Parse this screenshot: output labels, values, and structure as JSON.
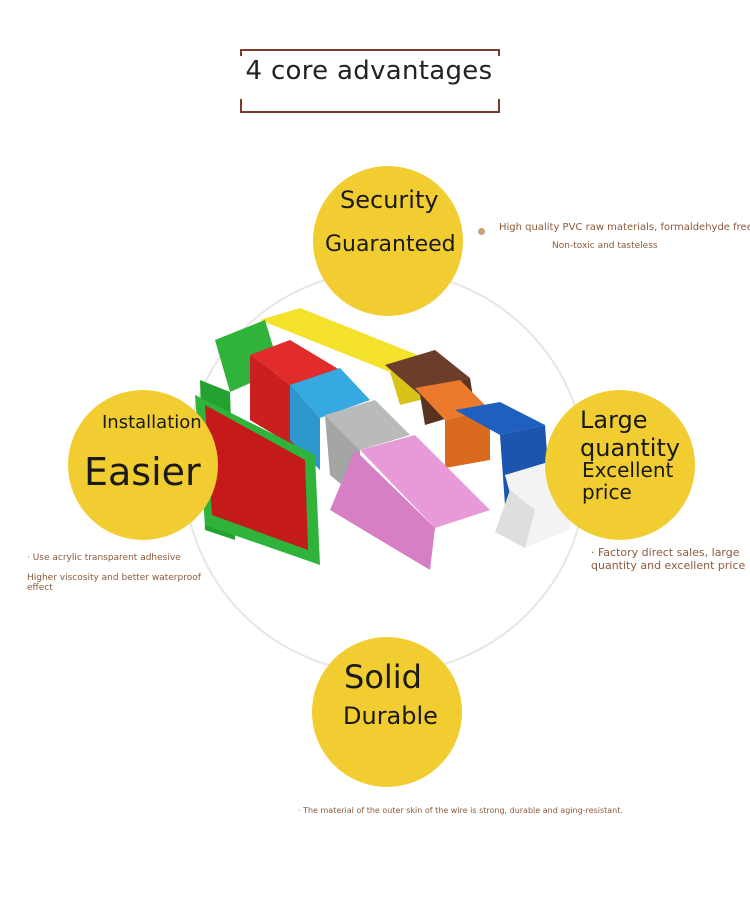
{
  "title": "4 core advantages",
  "security": {
    "line1": "Security",
    "line2": "Guaranteed",
    "note1": "High quality PVC raw materials, formaldehyde free",
    "note2": "Non-toxic and tasteless"
  },
  "installation": {
    "line1": "Installation",
    "line2": "Easier",
    "note1": "· Use acrylic transparent adhesive",
    "note2": "Higher viscosity and better waterproof",
    "note3": "effect"
  },
  "large": {
    "line1": "Large",
    "line2": "quantity",
    "line3": "Excellent",
    "line4": "price",
    "note1": "· Factory direct sales, large",
    "note2": "quantity and excellent price"
  },
  "solid": {
    "line1": "Solid",
    "line2": "Durable",
    "note1": "· The material of the outer skin of the wire is strong, durable and aging-resistant."
  },
  "colors": {
    "circle": "#f1cd31",
    "title_frame": "#7a3b2a",
    "note_text": "#8a5a3c"
  }
}
